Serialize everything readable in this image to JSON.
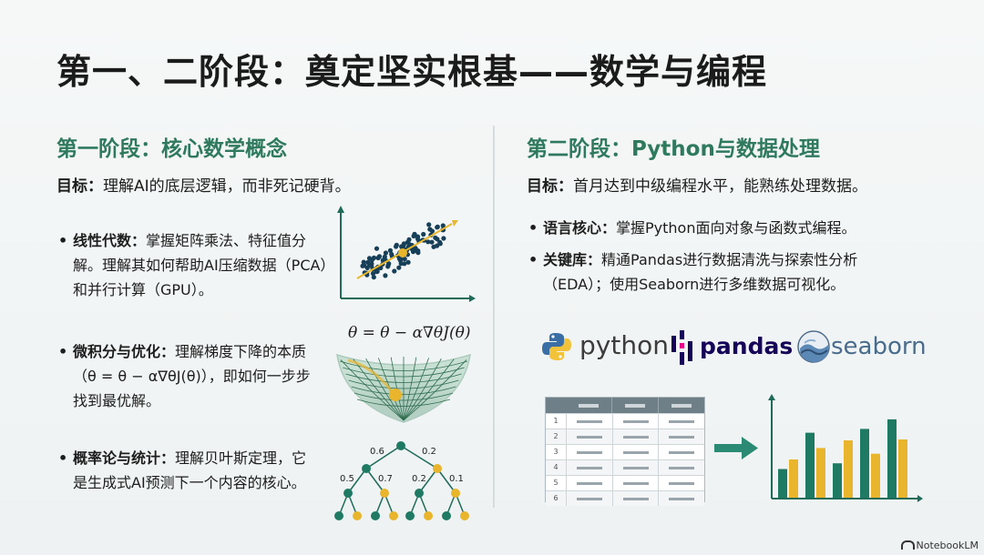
{
  "title": "第一、二阶段：奠定坚实根基——数学与编程",
  "left": {
    "heading": "第一阶段：核心数学概念",
    "goal_label": "目标：",
    "goal_text": "理解AI的底层逻辑，而非死记硬背。",
    "bullets": [
      {
        "label": "线性代数：",
        "text": "掌握矩阵乘法、特征值分解。理解其如何帮助AI压缩数据（PCA）和并行计算（GPU）。"
      },
      {
        "label": "微积分与优化：",
        "text": "理解梯度下降的本质（θ = θ − α∇θJ(θ)），即如何一步步找到最优解。"
      },
      {
        "label": "概率论与统计：",
        "text": "理解贝叶斯定理，它是生成式AI预测下一个内容的核心。"
      }
    ],
    "gradient_formula": "θ = θ − α∇θJ(θ)",
    "tree_probs": [
      "0.6",
      "0.2",
      "0.5",
      "0.7",
      "0.2",
      "0.1"
    ]
  },
  "right": {
    "heading": "第二阶段：Python与数据处理",
    "goal_label": "目标：",
    "goal_text": "首月达到中级编程水平，能熟练处理数据。",
    "bullets": [
      {
        "label": "语言核心：",
        "text": "掌握Python面向对象与函数式编程。"
      },
      {
        "label": "关键库：",
        "text": "精通Pandas进行数据清洗与探索性分析（EDA）；使用Seaborn进行多维数据可视化。"
      }
    ],
    "logos": [
      "python",
      "pandas",
      "seaborn"
    ],
    "table_rows": [
      "1",
      "2",
      "3",
      "4",
      "5",
      "6"
    ],
    "bar_values": [
      {
        "green": 0.3,
        "yellow": 0.4
      },
      {
        "green": 0.68,
        "yellow": 0.52
      },
      {
        "green": 0.36,
        "yellow": 0.6
      },
      {
        "green": 0.72,
        "yellow": 0.46
      },
      {
        "green": 0.82,
        "yellow": 0.61
      }
    ]
  },
  "colors": {
    "green": "#1f7a63",
    "yellow": "#e8b52c",
    "heading": "#2f7a5f"
  },
  "footer": "NotebookLM"
}
